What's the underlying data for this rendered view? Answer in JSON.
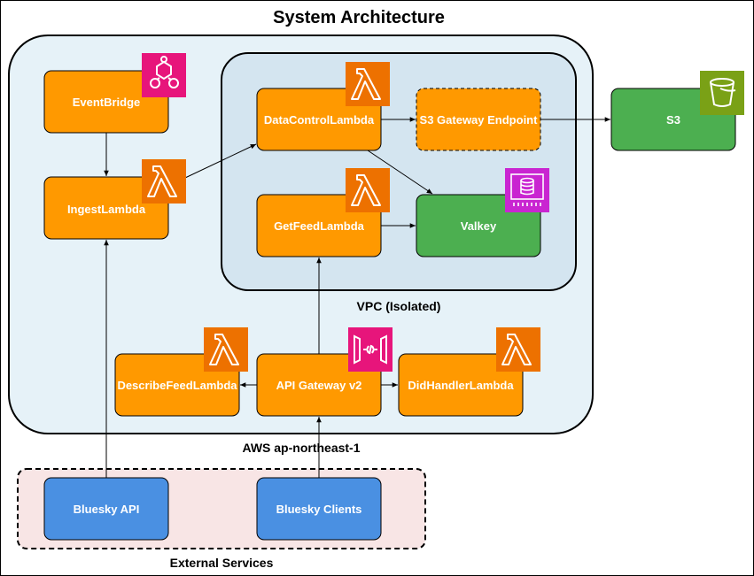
{
  "title": "System Architecture",
  "groups": {
    "aws_region": {
      "label": "AWS ap-northeast-1"
    },
    "vpc": {
      "label": "VPC (Isolated)"
    },
    "external": {
      "label": "External Services"
    }
  },
  "nodes": {
    "eventbridge": {
      "label": "EventBridge",
      "icon": "eventbridge-icon"
    },
    "ingest_lambda": {
      "label": "IngestLambda",
      "icon": "lambda-icon"
    },
    "data_control_lambda": {
      "label": "DataControlLambda",
      "icon": "lambda-icon"
    },
    "s3_gateway_endpoint": {
      "label": "S3 Gateway Endpoint"
    },
    "s3": {
      "label": "S3",
      "icon": "s3-bucket-icon"
    },
    "get_feed_lambda": {
      "label": "GetFeedLambda",
      "icon": "lambda-icon"
    },
    "valkey": {
      "label": "Valkey",
      "icon": "elasticache-icon"
    },
    "describe_feed_lambda": {
      "label": "DescribeFeedLambda",
      "icon": "lambda-icon"
    },
    "api_gateway": {
      "label": "API Gateway v2",
      "icon": "api-gateway-icon"
    },
    "did_handler_lambda": {
      "label": "DidHandlerLambda",
      "icon": "lambda-icon"
    },
    "bluesky_api": {
      "label": "Bluesky API"
    },
    "bluesky_clients": {
      "label": "Bluesky Clients"
    }
  },
  "edges": [
    {
      "from": "EventBridge",
      "to": "IngestLambda"
    },
    {
      "from": "IngestLambda",
      "to": "DataControlLambda"
    },
    {
      "from": "DataControlLambda",
      "to": "S3 Gateway Endpoint"
    },
    {
      "from": "S3 Gateway Endpoint",
      "to": "S3"
    },
    {
      "from": "DataControlLambda",
      "to": "Valkey"
    },
    {
      "from": "GetFeedLambda",
      "to": "Valkey"
    },
    {
      "from": "API Gateway v2",
      "to": "GetFeedLambda"
    },
    {
      "from": "API Gateway v2",
      "to": "DescribeFeedLambda"
    },
    {
      "from": "API Gateway v2",
      "to": "DidHandlerLambda"
    },
    {
      "from": "Bluesky API",
      "to": "IngestLambda"
    },
    {
      "from": "Bluesky Clients",
      "to": "API Gateway v2"
    }
  ],
  "colors": {
    "lambda": "#ff9900",
    "lambda_icon": "#ed7100",
    "green": "#4caf50",
    "blue": "#4a90e2",
    "aws_region_fill": "#e6f2f8",
    "vpc_fill": "#d4e5f0",
    "external_fill": "#f8e5e5",
    "eventbridge_icon": "#e7157b",
    "s3_icon": "#7aa116",
    "elasticache_icon": "#c925d1",
    "api_gateway_icon": "#e7157b"
  }
}
